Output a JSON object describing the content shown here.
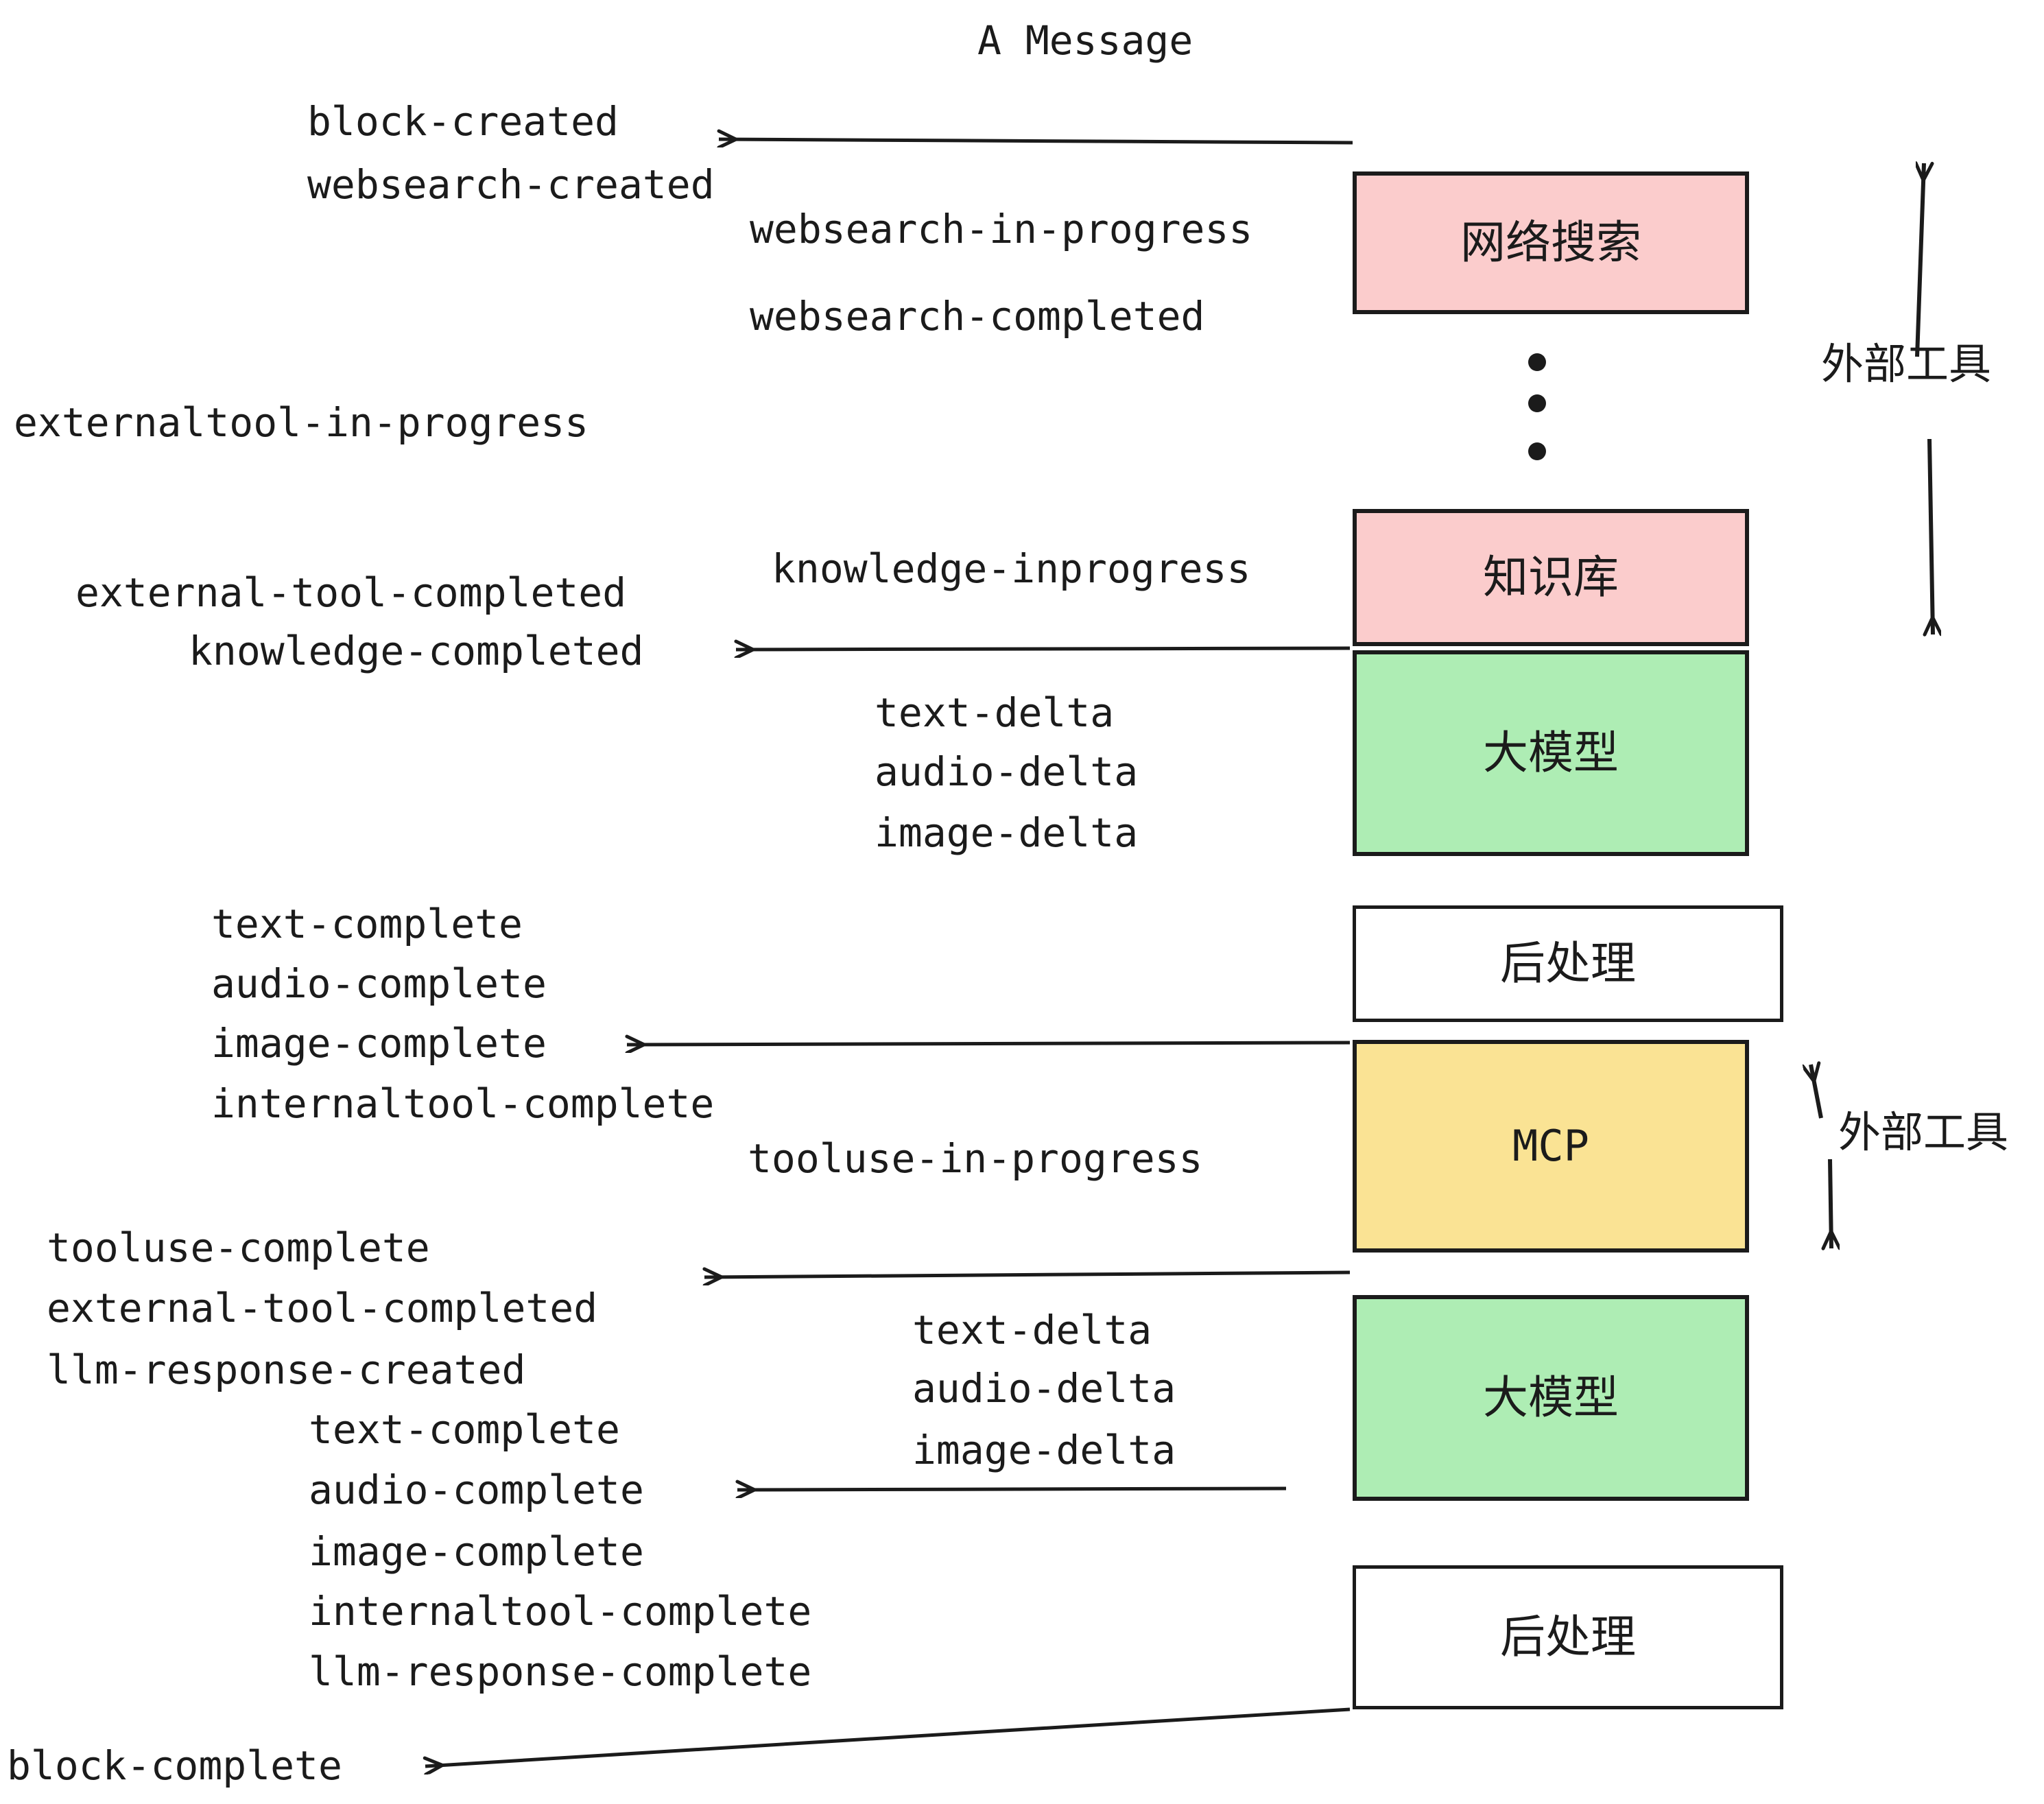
{
  "title": "A Message",
  "colors": {
    "pink": "#FBCCCC",
    "green": "#AEEDB4",
    "yellow": "#FAE394",
    "white": "#FFFFFF",
    "stroke": "#1b1b1b",
    "background": "#FFFFFF"
  },
  "nodes": [
    {
      "id": "websearch",
      "label": "网络搜索",
      "fill": "#FBCCCC"
    },
    {
      "id": "knowledge",
      "label": "知识库",
      "fill": "#FBCCCC"
    },
    {
      "id": "llm-upper",
      "label": "大模型",
      "fill": "#AEEDB4"
    },
    {
      "id": "post-upper",
      "label": "后处理",
      "fill": "#FFFFFF"
    },
    {
      "id": "mcp",
      "label": "MCP",
      "fill": "#FAE394"
    },
    {
      "id": "llm-lower",
      "label": "大模型",
      "fill": "#AEEDB4"
    },
    {
      "id": "post-lower",
      "label": "后处理",
      "fill": "#FFFFFF"
    }
  ],
  "side_labels": {
    "external_tool_upper": "外部工具",
    "external_tool_lower": "外部工具"
  },
  "events": {
    "block_created": "block-created",
    "websearch_created": "websearch-created",
    "websearch_in_progress": "websearch-in-progress",
    "websearch_completed": "websearch-completed",
    "externaltool_in_progress": "externaltool-in-progress",
    "knowledge_inprogress": "knowledge-inprogress",
    "external_tool_completed_1": "external-tool-completed",
    "knowledge_completed": "knowledge-completed",
    "text_delta_1": "text-delta",
    "audio_delta_1": "audio-delta",
    "image_delta_1": "image-delta",
    "text_complete_1": "text-complete",
    "audio_complete_1": "audio-complete",
    "image_complete_1": "image-complete",
    "internaltool_complete_1": "internaltool-complete",
    "tooluse_in_progress": "tooluse-in-progress",
    "tooluse_complete": "tooluse-complete",
    "external_tool_completed_2": "external-tool-completed",
    "llm_response_created": "llm-response-created",
    "text_delta_2": "text-delta",
    "audio_delta_2": "audio-delta",
    "image_delta_2": "image-delta",
    "text_complete_2": "text-complete",
    "audio_complete_2": "audio-complete",
    "image_complete_2": "image-complete",
    "internaltool_complete_2": "internaltool-complete",
    "llm_response_complete": "llm-response-complete",
    "block_complete": "block-complete"
  }
}
